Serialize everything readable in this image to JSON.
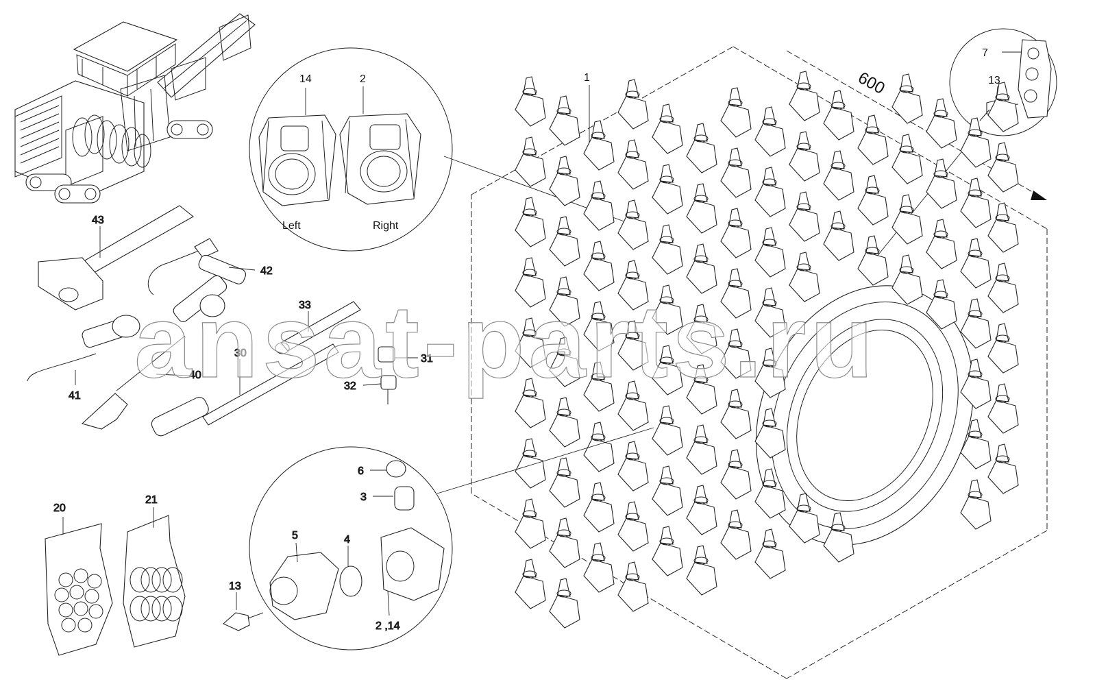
{
  "labels": {
    "drum": "1",
    "dimension": "600",
    "holder_right": "2",
    "holder_left": "14",
    "left_text": "Left",
    "right_text": "Right",
    "inset_top_plate": "7",
    "inset_top_pick": "13",
    "hammer": "43",
    "puller_tool": "42",
    "press_tool": "41",
    "extractor_tool": "40",
    "bar_tool": "33",
    "drift_tool": "30",
    "socket_top": "31",
    "socket_bottom": "32",
    "cap": "6",
    "sleeve": "3",
    "housing": "5",
    "spring_ring": "4",
    "pick": "13",
    "holder_combo": "2 ,14",
    "bag_rings": "20",
    "bag_clips": "21"
  },
  "watermark": "ansat-parts.ru",
  "colors": {
    "line": "#222222",
    "watermark_stroke": "#8a8a8a",
    "background": "#ffffff"
  },
  "icons": {
    "arrow": "direction-arrow-icon"
  }
}
